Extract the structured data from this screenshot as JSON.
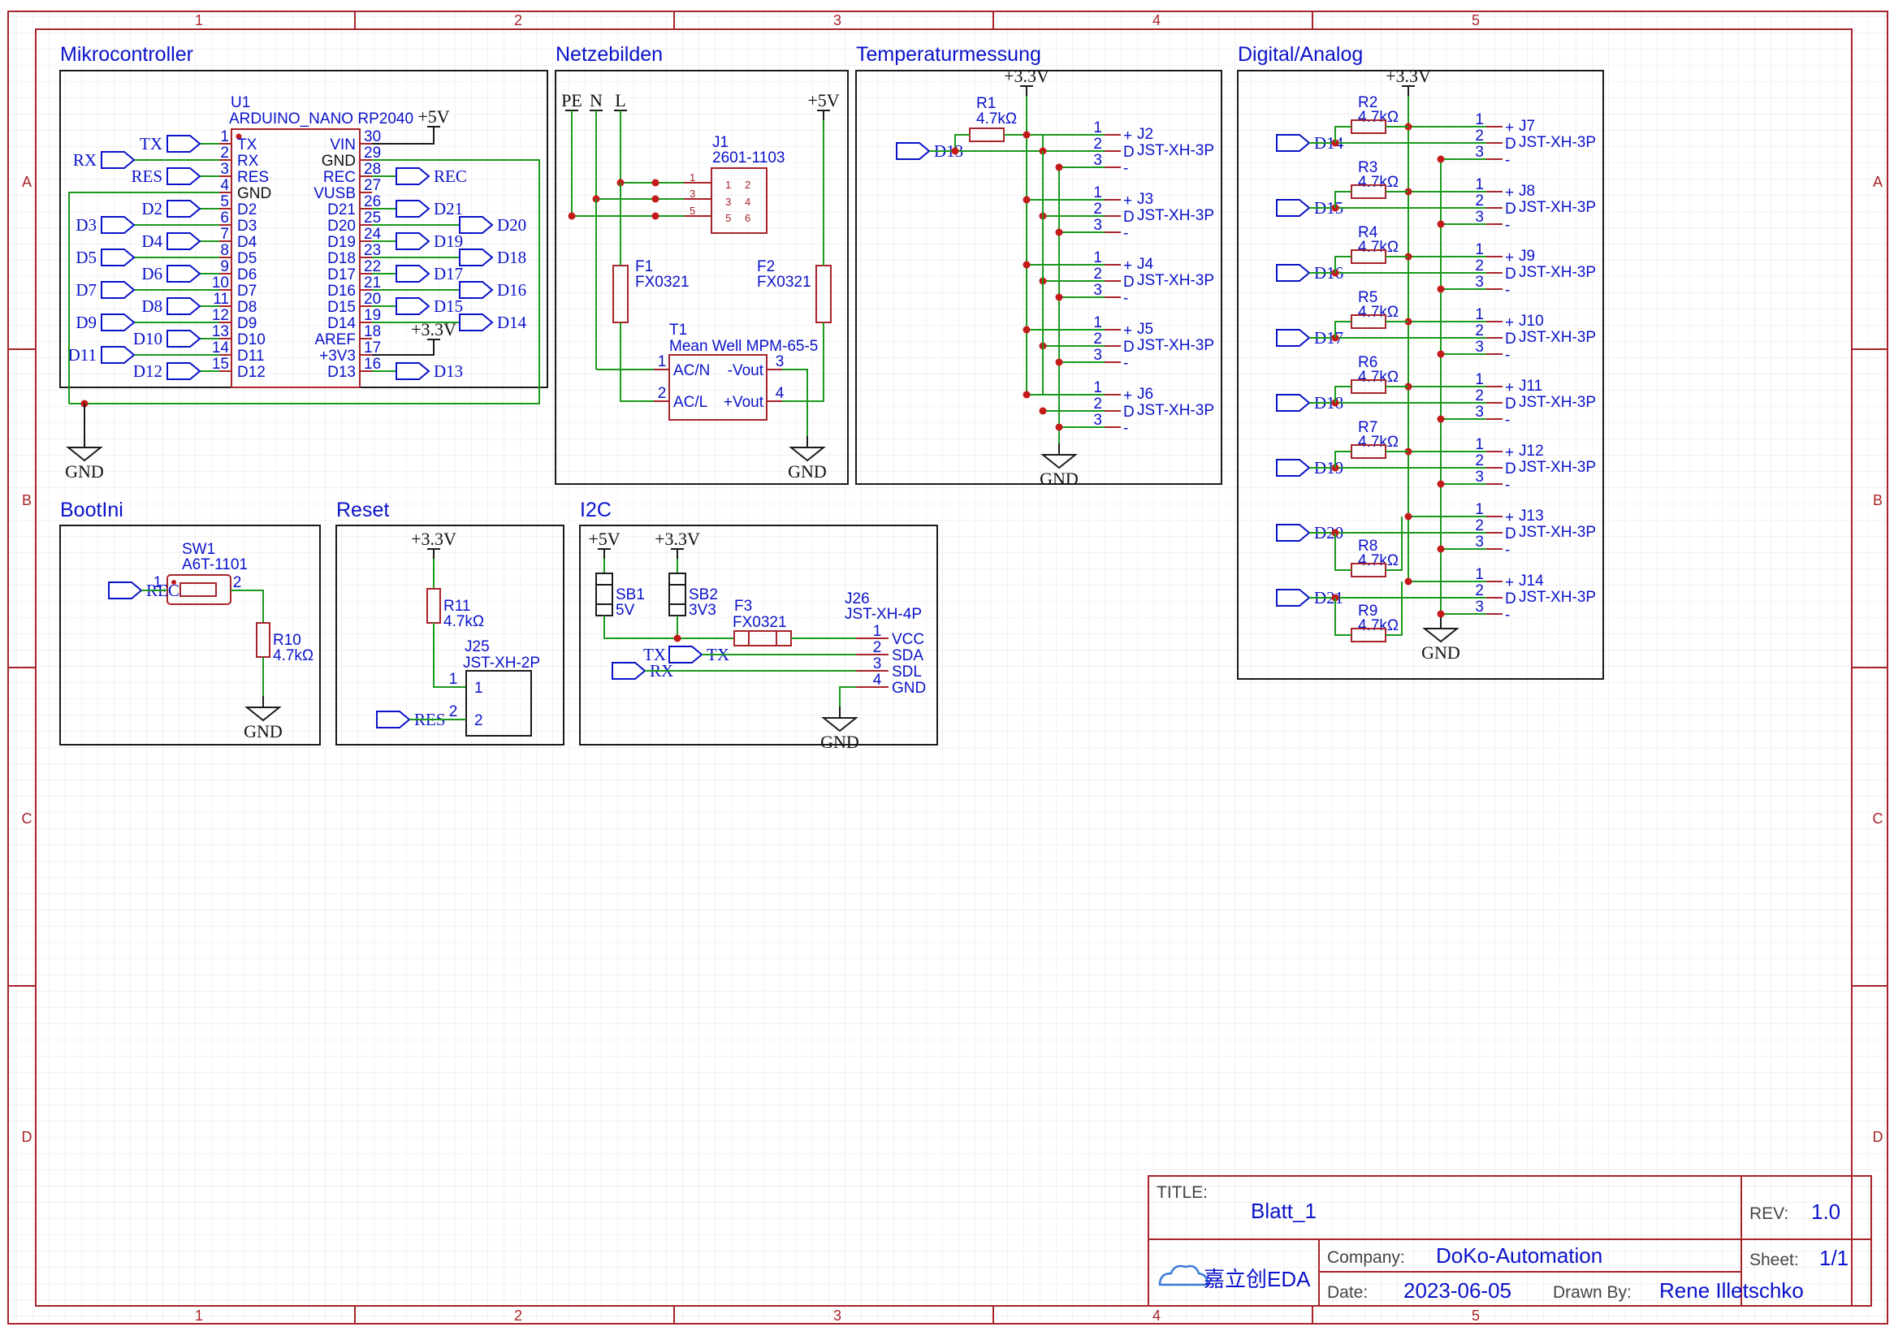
{
  "frame": {
    "col_labels": [
      "1",
      "2",
      "3",
      "4",
      "5"
    ],
    "row_labels": [
      "A",
      "B",
      "C",
      "D"
    ]
  },
  "sections": {
    "mikrocontroller": "Mikrocontroller",
    "netzebilden": "Netzebilden",
    "temperaturmessung": "Temperaturmessung",
    "digital_analog": "Digital/Analog",
    "bootini": "BootIni",
    "reset": "Reset",
    "i2c": "I2C"
  },
  "u1": {
    "designator": "U1",
    "value": "ARDUINO_NANO RP2040",
    "left_pins": [
      {
        "num": "1",
        "name": "TX"
      },
      {
        "num": "2",
        "name": "RX"
      },
      {
        "num": "3",
        "name": "RES"
      },
      {
        "num": "4",
        "name": "GND"
      },
      {
        "num": "5",
        "name": "D2"
      },
      {
        "num": "6",
        "name": "D3"
      },
      {
        "num": "7",
        "name": "D4"
      },
      {
        "num": "8",
        "name": "D5"
      },
      {
        "num": "9",
        "name": "D6"
      },
      {
        "num": "10",
        "name": "D7"
      },
      {
        "num": "11",
        "name": "D8"
      },
      {
        "num": "12",
        "name": "D9"
      },
      {
        "num": "13",
        "name": "D10"
      },
      {
        "num": "14",
        "name": "D11"
      },
      {
        "num": "15",
        "name": "D12"
      }
    ],
    "right_pins": [
      {
        "num": "30",
        "name": "VIN"
      },
      {
        "num": "29",
        "name": "GND"
      },
      {
        "num": "28",
        "name": "REC"
      },
      {
        "num": "27",
        "name": "VUSB"
      },
      {
        "num": "26",
        "name": "D21"
      },
      {
        "num": "25",
        "name": "D20"
      },
      {
        "num": "24",
        "name": "D19"
      },
      {
        "num": "23",
        "name": "D18"
      },
      {
        "num": "22",
        "name": "D17"
      },
      {
        "num": "21",
        "name": "D16"
      },
      {
        "num": "20",
        "name": "D15"
      },
      {
        "num": "19",
        "name": "D14"
      },
      {
        "num": "18",
        "name": "AREF"
      },
      {
        "num": "17",
        "name": "+3V3"
      },
      {
        "num": "16",
        "name": "D13"
      }
    ],
    "left_flags_near": [
      {
        "label": "TX",
        "row": 0
      },
      {
        "label": "RES",
        "row": 2
      },
      {
        "label": "D2",
        "row": 4
      },
      {
        "label": "D4",
        "row": 6
      },
      {
        "label": "D6",
        "row": 8
      },
      {
        "label": "D8",
        "row": 10
      },
      {
        "label": "D10",
        "row": 12
      },
      {
        "label": "D12",
        "row": 14
      }
    ],
    "left_flags_far": [
      {
        "label": "RX",
        "row": 1
      },
      {
        "label": "D3",
        "row": 5
      },
      {
        "label": "D5",
        "row": 7
      },
      {
        "label": "D7",
        "row": 9
      },
      {
        "label": "D9",
        "row": 11
      },
      {
        "label": "D11",
        "row": 13
      }
    ],
    "right_flags_near": [
      {
        "label": "REC",
        "row": 2
      },
      {
        "label": "D21",
        "row": 4
      },
      {
        "label": "D19",
        "row": 6
      },
      {
        "label": "D17",
        "row": 8
      },
      {
        "label": "D15",
        "row": 10
      },
      {
        "label": "D13",
        "row": 14
      }
    ],
    "right_flags_far": [
      {
        "label": "D20",
        "row": 5
      },
      {
        "label": "D18",
        "row": 7
      },
      {
        "label": "D16",
        "row": 9
      },
      {
        "label": "D14",
        "row": 11
      }
    ]
  },
  "power": {
    "p5v": "+5V",
    "p33v": "+3.3V",
    "gnd": "GND"
  },
  "netz": {
    "inputs": [
      "PE",
      "N",
      "L"
    ],
    "j1": {
      "designator": "J1",
      "value": "2601-1103",
      "pins": [
        "1",
        "2",
        "3",
        "4",
        "5",
        "6"
      ]
    },
    "f1": {
      "designator": "F1",
      "value": "FX0321"
    },
    "f2": {
      "designator": "F2",
      "value": "FX0321"
    },
    "t1": {
      "designator": "T1",
      "value": "Mean Well MPM-65-5",
      "pins": [
        {
          "num": "1",
          "name": "AC/N"
        },
        {
          "num": "2",
          "name": "AC/L"
        },
        {
          "num": "3",
          "name": "-Vout"
        },
        {
          "num": "4",
          "name": "+Vout"
        }
      ]
    }
  },
  "temp": {
    "r1": {
      "designator": "R1",
      "value": "4.7kΩ"
    },
    "flag": "D13",
    "connectors": [
      "J2",
      "J3",
      "J4",
      "J5",
      "J6"
    ],
    "conn_value": "JST-XH-3P",
    "pin_nums": [
      "1",
      "2",
      "3"
    ],
    "pin_names": [
      "+",
      "D",
      "-"
    ]
  },
  "digital": {
    "flags": [
      "D14",
      "D15",
      "D16",
      "D17",
      "D18",
      "D19",
      "D20",
      "D21"
    ],
    "connectors": [
      "J7",
      "J8",
      "J9",
      "J10",
      "J11",
      "J12",
      "J13",
      "J14"
    ],
    "resistors": [
      {
        "designator": "R2",
        "value": "4.7kΩ"
      },
      {
        "designator": "R3",
        "value": "4.7kΩ"
      },
      {
        "designator": "R4",
        "value": "4.7kΩ"
      },
      {
        "designator": "R5",
        "value": "4.7kΩ"
      },
      {
        "designator": "R6",
        "value": "4.7kΩ"
      },
      {
        "designator": "R7",
        "value": "4.7kΩ"
      },
      {
        "designator": "R8",
        "value": "4.7kΩ"
      },
      {
        "designator": "R9",
        "value": "4.7kΩ"
      }
    ],
    "conn_value": "JST-XH-3P",
    "pin_nums": [
      "1",
      "2",
      "3"
    ],
    "pin_names": [
      "+",
      "D",
      "-"
    ]
  },
  "bootini": {
    "flag": "REC",
    "sw1": {
      "designator": "SW1",
      "value": "A6T-1101",
      "pins": [
        "1",
        "2"
      ]
    },
    "r10": {
      "designator": "R10",
      "value": "4.7kΩ"
    }
  },
  "reset": {
    "r11": {
      "designator": "R11",
      "value": "4.7kΩ"
    },
    "j25": {
      "designator": "J25",
      "value": "JST-XH-2P",
      "pins": [
        "1",
        "2"
      ]
    },
    "flag": "RES"
  },
  "i2c": {
    "sb1": {
      "designator": "SB1",
      "value": "5V"
    },
    "sb2": {
      "designator": "SB2",
      "value": "3V3"
    },
    "f3": {
      "designator": "F3",
      "value": "FX0321"
    },
    "j26": {
      "designator": "J26",
      "value": "JST-XH-4P",
      "pins": [
        {
          "num": "1",
          "name": "VCC"
        },
        {
          "num": "2",
          "name": "SDA"
        },
        {
          "num": "3",
          "name": "SDL"
        },
        {
          "num": "4",
          "name": "GND"
        }
      ]
    },
    "flag_tx": "TX",
    "flag_rx": "RX"
  },
  "title_block": {
    "title_label": "TITLE:",
    "title": "Blatt_1",
    "rev_label": "REV:",
    "rev": "1.0",
    "company_label": "Company:",
    "company": "DoKo-Automation",
    "sheet_label": "Sheet:",
    "sheet": "1/1",
    "date_label": "Date:",
    "date": "2023-06-05",
    "drawn_label": "Drawn By:",
    "drawn_by": "Rene Illetschko",
    "logo": "嘉立创EDA"
  }
}
